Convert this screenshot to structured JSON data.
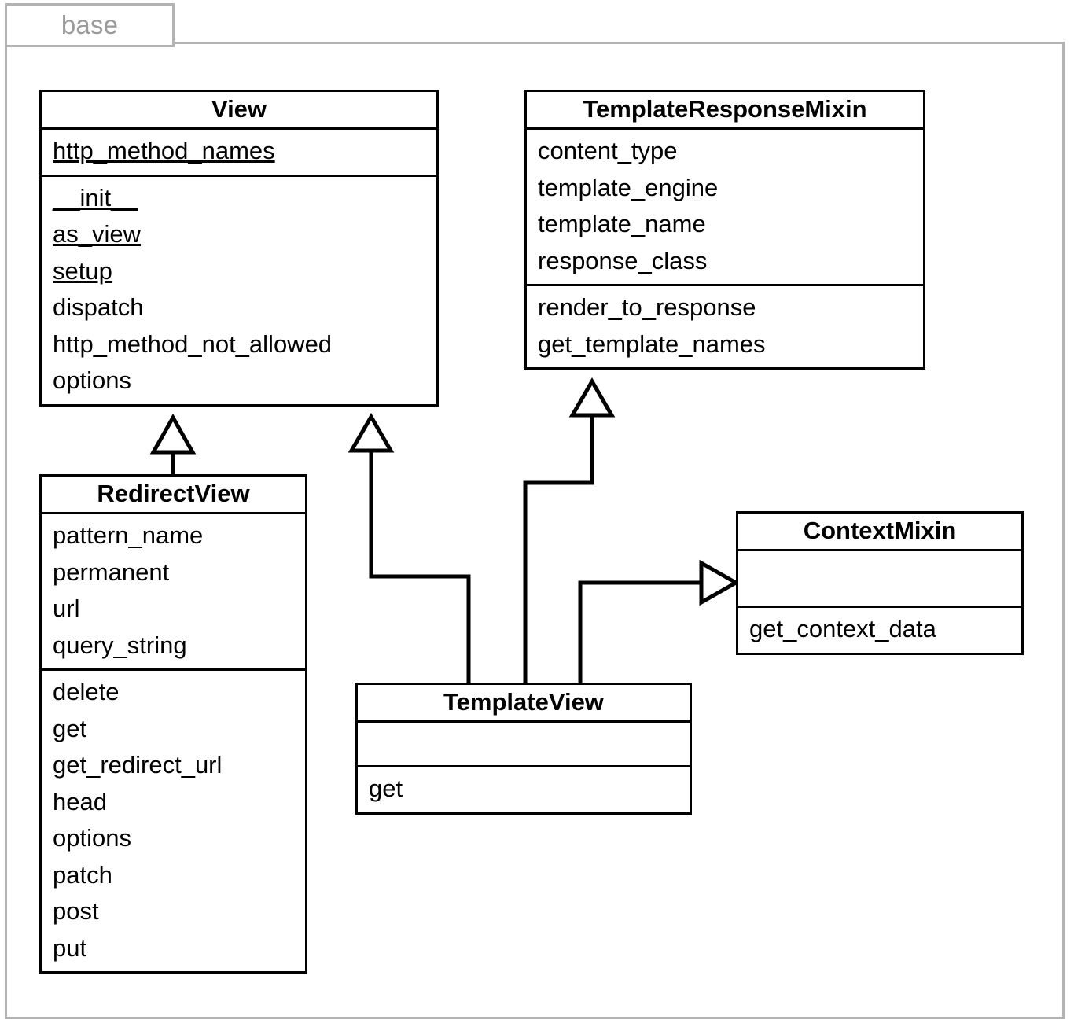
{
  "package": {
    "label": "base",
    "frame_color": "#b3b3b3",
    "label_color": "#9a9a9a"
  },
  "diagram": {
    "type": "uml-class-diagram",
    "line_color": "#000000",
    "box_fill": "#ffffff"
  },
  "classes": {
    "view": {
      "name": "View",
      "attributes": [
        {
          "label": "http_method_names",
          "static": true
        }
      ],
      "methods": [
        {
          "label": "__init__",
          "static": true
        },
        {
          "label": "as_view",
          "static": true
        },
        {
          "label": "setup",
          "static": true
        },
        {
          "label": "dispatch",
          "static": false
        },
        {
          "label": "http_method_not_allowed",
          "static": false
        },
        {
          "label": "options",
          "static": false
        }
      ]
    },
    "template_response_mixin": {
      "name": "TemplateResponseMixin",
      "attributes": [
        {
          "label": "content_type",
          "static": false
        },
        {
          "label": "template_engine",
          "static": false
        },
        {
          "label": "template_name",
          "static": false
        },
        {
          "label": "response_class",
          "static": false
        }
      ],
      "methods": [
        {
          "label": "render_to_response",
          "static": false
        },
        {
          "label": "get_template_names",
          "static": false
        }
      ]
    },
    "redirect_view": {
      "name": "RedirectView",
      "attributes": [
        {
          "label": "pattern_name",
          "static": false
        },
        {
          "label": "permanent",
          "static": false
        },
        {
          "label": "url",
          "static": false
        },
        {
          "label": "query_string",
          "static": false
        }
      ],
      "methods": [
        {
          "label": "delete",
          "static": false
        },
        {
          "label": "get",
          "static": false
        },
        {
          "label": "get_redirect_url",
          "static": false
        },
        {
          "label": "head",
          "static": false
        },
        {
          "label": "options",
          "static": false
        },
        {
          "label": "patch",
          "static": false
        },
        {
          "label": "post",
          "static": false
        },
        {
          "label": "put",
          "static": false
        }
      ]
    },
    "context_mixin": {
      "name": "ContextMixin",
      "attributes": [],
      "methods": [
        {
          "label": "get_context_data",
          "static": false
        }
      ]
    },
    "template_view": {
      "name": "TemplateView",
      "attributes": [],
      "methods": [
        {
          "label": "get",
          "static": false
        }
      ]
    }
  },
  "relationships": [
    {
      "name": "redirectview-inherits-view",
      "from": "RedirectView",
      "to": "View",
      "kind": "generalization"
    },
    {
      "name": "templateview-inherits-view",
      "from": "TemplateView",
      "to": "View",
      "kind": "generalization"
    },
    {
      "name": "templateview-inherits-templateresponsemixin",
      "from": "TemplateView",
      "to": "TemplateResponseMixin",
      "kind": "generalization"
    },
    {
      "name": "templateview-inherits-contextmixin",
      "from": "TemplateView",
      "to": "ContextMixin",
      "kind": "generalization"
    }
  ]
}
